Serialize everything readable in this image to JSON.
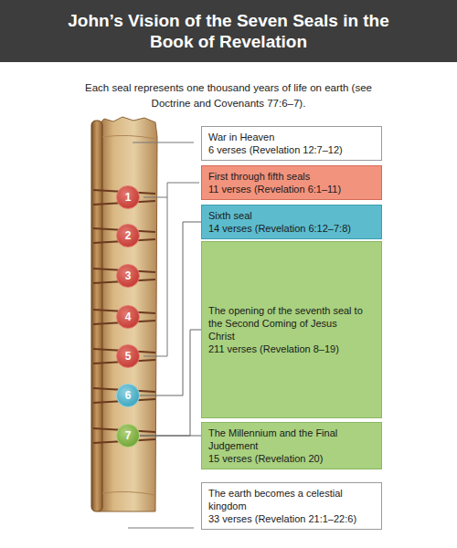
{
  "diagram": {
    "title": "John’s Vision of the Seven Seals in the Book of Revelation",
    "nodes": [
      {
        "text": [
          "War in Heaven",
          "6 verses (Revelation 12:7–12)"
        ]
      },
      {
        "text": [
          "First through fifth seals",
          "11 verses (Revelation 6:1–11)"
        ]
      },
      {
        "text": [
          "Sixth seal",
          "14 verses (Revelation 6:12–7:8)"
        ]
      },
      {
        "text": [
          "The opening of the seventh seal to the Second Coming of Jesus Christ",
          "211 verses (Revelation 8–19)"
        ]
      },
      {
        "text": [
          "The Millennium and the Final Judgement",
          "15 verses (Revelation 20)"
        ]
      },
      {
        "text": [
          "The earth becomes a celestial kingdom",
          "33 verses (Revelation 21:1–22:6)"
        ]
      },
      {
        "text": [
          "1"
        ]
      },
      {
        "text": [
          "2"
        ]
      },
      {
        "text": [
          "3"
        ]
      },
      {
        "text": [
          "4"
        ]
      },
      {
        "text": [
          "5"
        ]
      },
      {
        "text": [
          "6"
        ]
      },
      {
        "text": [
          "7"
        ]
      }
    ],
    "edges": [
      {
        "from": 11,
        "to": 2,
        "arrow": "none"
      },
      {
        "from": 12,
        "to": 3,
        "arrow": "none"
      },
      {
        "from": 12,
        "to": 4,
        "arrow": "none"
      }
    ],
    "labels": [
      "Each seal represents one thousand years of life on earth (see Doctrine and Covenants 77:6–7)."
    ]
  }
}
